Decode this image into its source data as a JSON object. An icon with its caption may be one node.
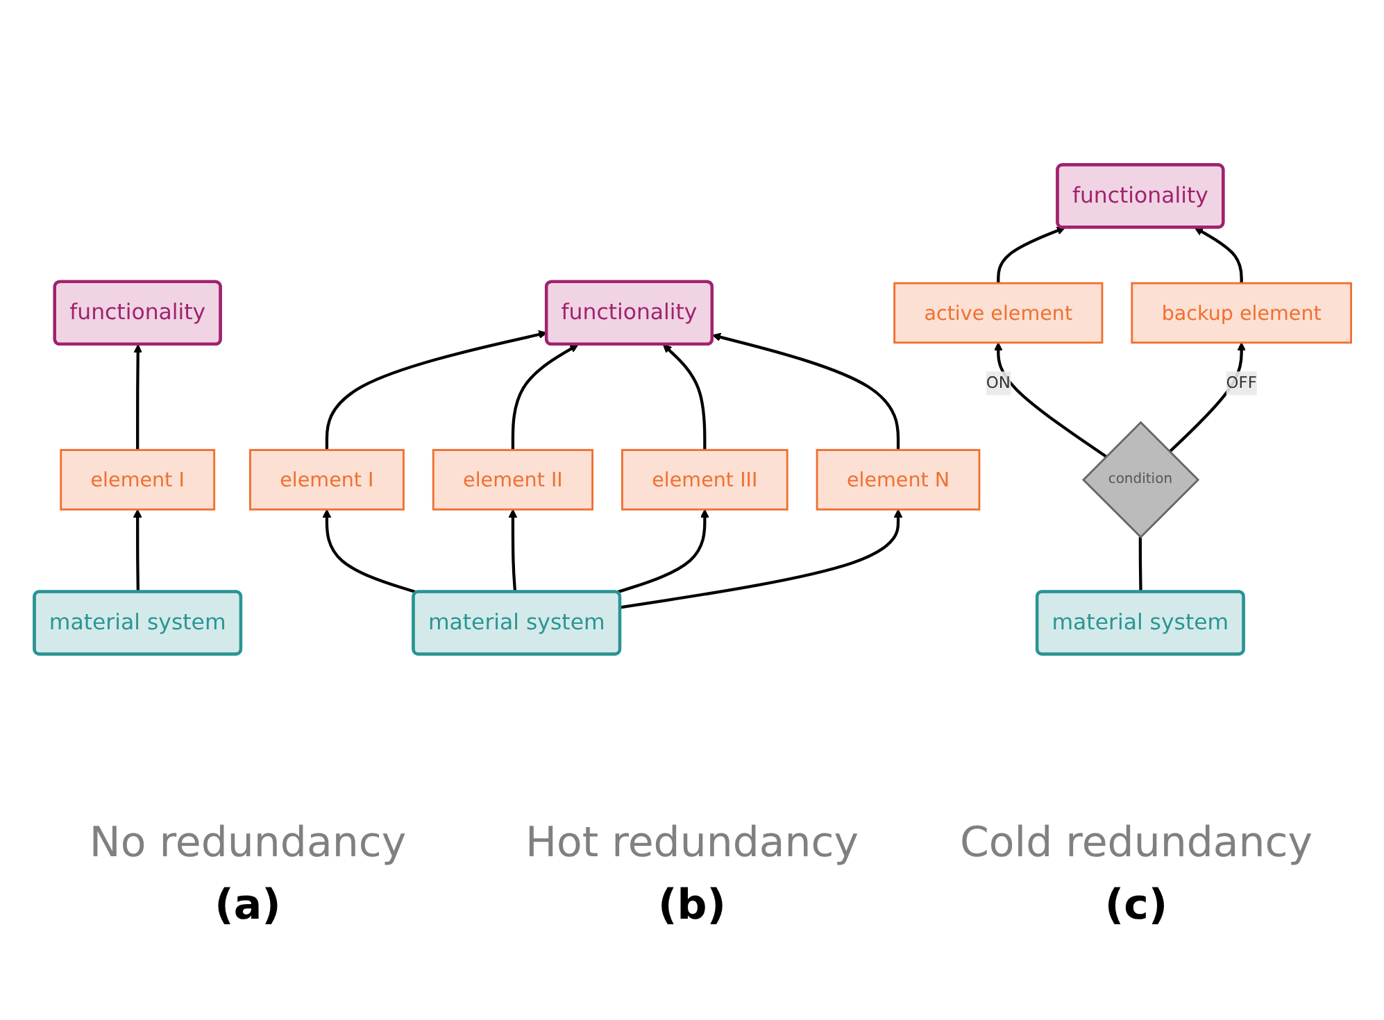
{
  "diagram": {
    "nodes": [
      {
        "text": [
          "functionality"
        ]
      },
      {
        "text": [
          "element I"
        ]
      },
      {
        "text": [
          "material system"
        ]
      },
      {
        "text": [
          "functionality"
        ]
      },
      {
        "text": [
          "element I"
        ]
      },
      {
        "text": [
          "element II"
        ]
      },
      {
        "text": [
          "element III"
        ]
      },
      {
        "text": [
          "element N"
        ]
      },
      {
        "text": [
          "material system"
        ]
      },
      {
        "text": [
          "functionality"
        ]
      },
      {
        "text": [
          "active element"
        ]
      },
      {
        "text": [
          "backup element"
        ]
      },
      {
        "text": [
          "condition"
        ]
      },
      {
        "text": [
          "material system"
        ]
      }
    ],
    "edges": [
      {
        "from": 2,
        "to": 1,
        "arrow": "to"
      },
      {
        "from": 1,
        "to": 0,
        "arrow": "to"
      },
      {
        "from": 8,
        "to": 4,
        "arrow": "to"
      },
      {
        "from": 8,
        "to": 5,
        "arrow": "to"
      },
      {
        "from": 8,
        "to": 6,
        "arrow": "to"
      },
      {
        "from": 8,
        "to": 7,
        "arrow": "to"
      },
      {
        "from": 4,
        "to": 3,
        "arrow": "to"
      },
      {
        "from": 5,
        "to": 3,
        "arrow": "to"
      },
      {
        "from": 6,
        "to": 3,
        "arrow": "to"
      },
      {
        "from": 7,
        "to": 3,
        "arrow": "to"
      },
      {
        "from": 13,
        "to": 12,
        "arrow": "none"
      },
      {
        "from": 12,
        "to": 10,
        "arrow": "to",
        "label": "ON"
      },
      {
        "from": 12,
        "to": 11,
        "arrow": "to",
        "label": "OFF"
      },
      {
        "from": 10,
        "to": 9,
        "arrow": "to"
      },
      {
        "from": 11,
        "to": 9,
        "arrow": "to"
      }
    ],
    "labels": [
      "No redundancy",
      "(a)",
      "Hot redundancy",
      "(b)",
      "Cold redundancy",
      "(c)"
    ]
  }
}
